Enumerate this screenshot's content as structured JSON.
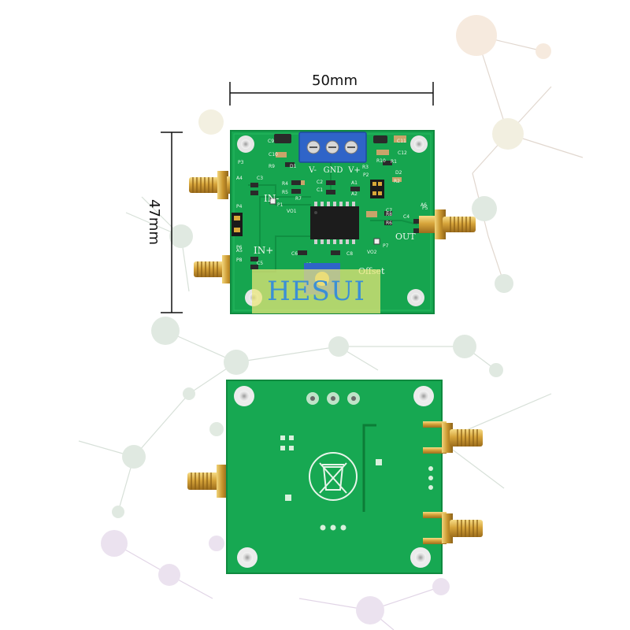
{
  "dimensions": {
    "width_label": "50mm",
    "height_label": "47mm"
  },
  "watermark": "HESUI",
  "silkscreen": {
    "terminal": [
      "V-",
      "GND",
      "V+"
    ],
    "in_minus": "IN-",
    "in_plus": "IN+",
    "out": "OUT",
    "offset": "Offset",
    "vo1": "VO1",
    "vo2": "VO2",
    "refs": [
      "C9",
      "C10",
      "C11",
      "C12",
      "D1",
      "D2",
      "R1",
      "R2",
      "R3",
      "R4",
      "R5",
      "R6",
      "R7",
      "R8",
      "R9",
      "R10",
      "C1",
      "C2",
      "C3",
      "C4",
      "C5",
      "C6",
      "C7",
      "C8",
      "A1",
      "A2",
      "A3",
      "A4",
      "A5",
      "A6",
      "P1",
      "P2",
      "P3",
      "P4",
      "P5",
      "P6",
      "P7",
      "P8"
    ]
  },
  "colors": {
    "pcb": "#16a54f",
    "pcb_edge": "#0f8a3f",
    "terminal_block": "#2f64c8",
    "gold": "#d8a838",
    "chip": "#1c1c1c",
    "jumper": "#1a1a1a"
  },
  "icons": [
    "weee-bin-icon",
    "sma-connector-icon",
    "terminal-block-icon",
    "mounting-hole-icon"
  ]
}
